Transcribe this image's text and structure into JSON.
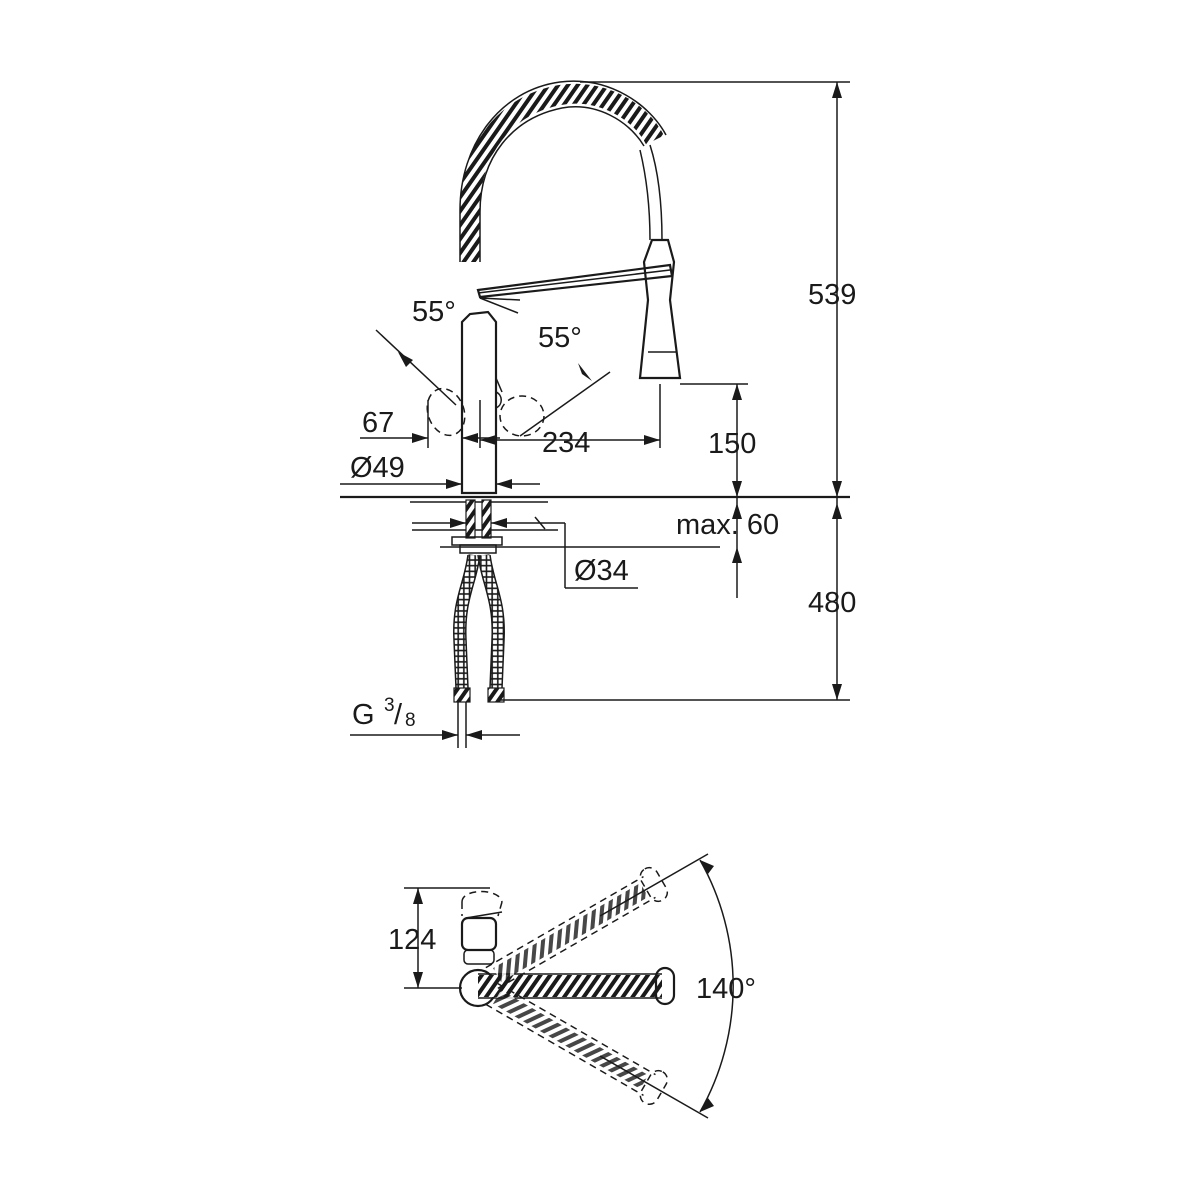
{
  "side_view": {
    "dimensions": {
      "height_total": "539",
      "spout_clearance": "150",
      "projection": "234",
      "handle_offset": "67",
      "base_diameter": "Ø49",
      "deck_thickness": "max. 60",
      "hole_diameter": "Ø34",
      "hose_length": "480",
      "connection_prefix": "G",
      "connection_num": "3",
      "connection_den": "8",
      "angle_left": "55°",
      "angle_right": "55°"
    }
  },
  "top_view": {
    "dimensions": {
      "depth": "124",
      "swivel_angle": "140°"
    }
  }
}
